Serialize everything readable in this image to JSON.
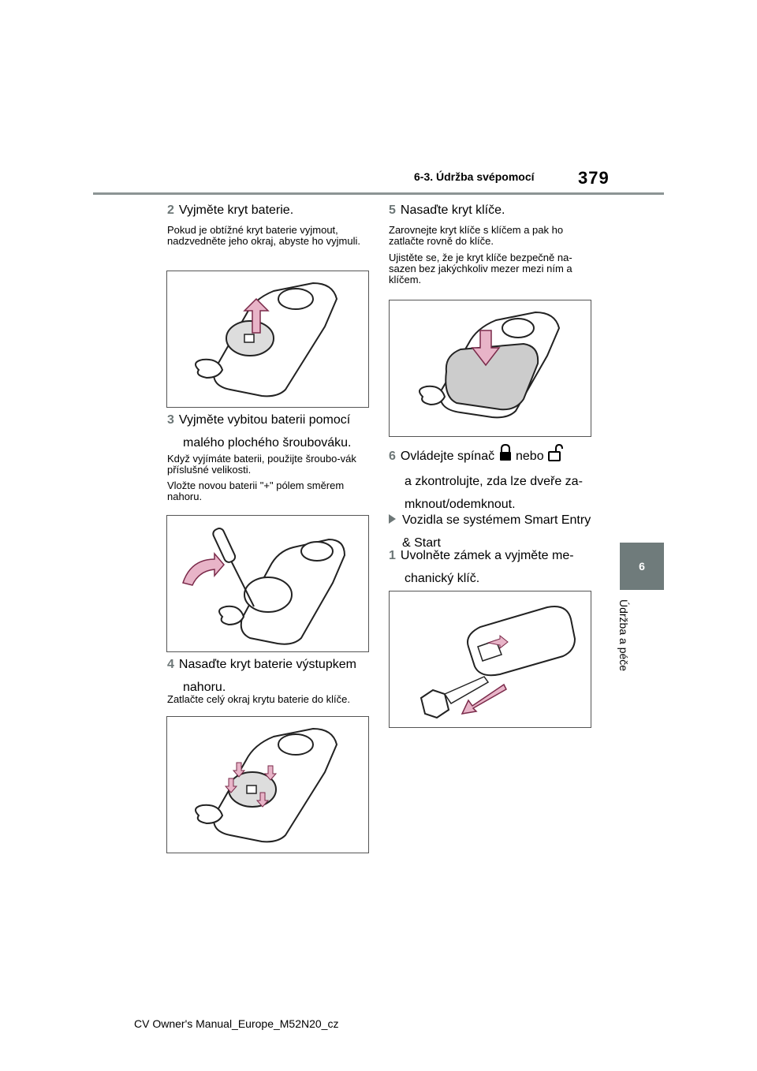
{
  "header": {
    "section": "6-3. Údržba svépomocí",
    "page_number": "379"
  },
  "side": {
    "tab_number": "6",
    "label": "Údržba a péče"
  },
  "left_column": {
    "step2": {
      "num": "2",
      "title": "Vyjměte kryt baterie.",
      "note": "Pokud je obtížné kryt baterie vyjmout, nadzvedněte jeho okraj, abyste ho vyjmuli."
    },
    "step3": {
      "num": "3",
      "title_line1": "Vyjměte vybitou baterii pomocí",
      "title_line2": "malého plochého šroubováku.",
      "note1": "Když vyjímáte baterii, použijte šroubo-vák příslušné velikosti.",
      "note2": "Vložte novou baterii \"+\" pólem směrem nahoru."
    },
    "step4": {
      "num": "4",
      "title_line1": "Nasaďte kryt baterie výstupkem",
      "title_line2": "nahoru.",
      "note": "Zatlačte celý okraj krytu baterie do klíče."
    }
  },
  "right_column": {
    "step5": {
      "num": "5",
      "title": "Nasaďte kryt klíče.",
      "note1": "Zarovnejte kryt klíče s klíčem a pak ho zatlačte rovně do klíče.",
      "note2": "Ujistěte se, že je kryt klíče bezpečně na-sazen bez jakýchkoliv mezer mezi ním a klíčem."
    },
    "step6": {
      "num": "6",
      "line1_a": "Ovládejte spínač",
      "line1_b": "nebo",
      "line2": "a zkontrolujte, zda lze dveře za-",
      "line3": "mknout/odemknout.",
      "lock_icon": "lock-icon",
      "unlock_icon": "unlock-icon"
    },
    "bullet": {
      "line1": "Vozidla se systémem Smart Entry",
      "line2": "& Start"
    },
    "step1": {
      "num": "1",
      "line1": "Uvolněte zámek a vyjměte me-",
      "line2": "chanický klíč."
    }
  },
  "footer": {
    "text": "CV Owner's Manual_Europe_M52N20_cz"
  },
  "colors": {
    "accent_gray": "#6f7b7b",
    "arrow_fill": "#e8b4c8",
    "arrow_stroke": "#7a2a4a"
  }
}
